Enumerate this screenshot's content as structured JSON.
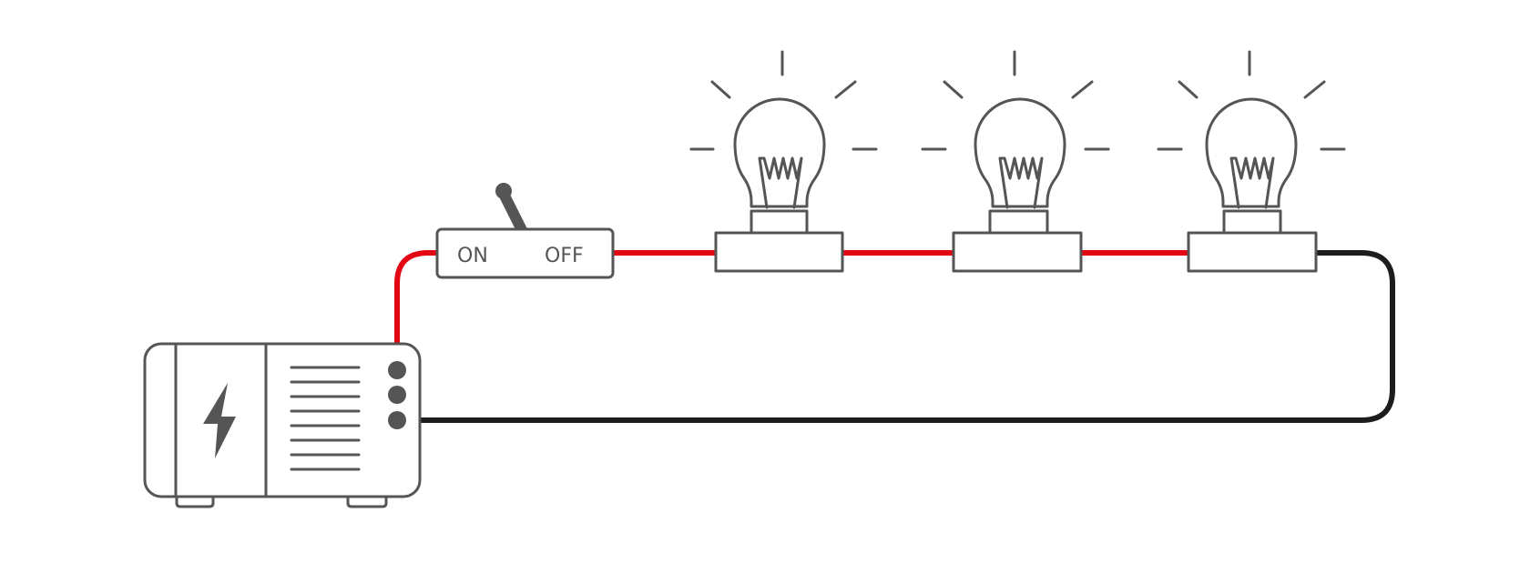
{
  "diagram": {
    "switch": {
      "on_label": "ON",
      "off_label": "OFF"
    },
    "bulbs": [
      {
        "id": "bulb-1"
      },
      {
        "id": "bulb-2"
      },
      {
        "id": "bulb-3"
      }
    ],
    "power_supply": {
      "icon": "lightning-bolt-icon",
      "terminal_count": 3
    },
    "colors": {
      "outline": "#555555",
      "live_wire": "#e30613",
      "return_wire": "#1d1d1b",
      "background": "#ffffff"
    }
  }
}
